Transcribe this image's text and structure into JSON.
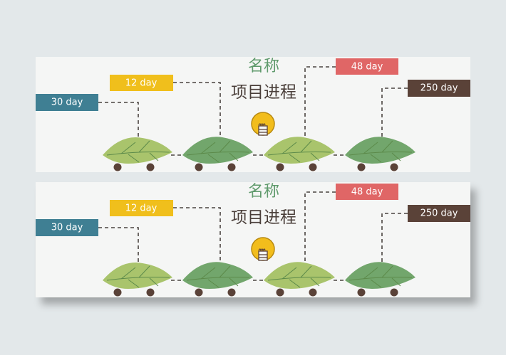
{
  "panels": [
    {
      "name": "名称",
      "title": "项目进程",
      "labels": [
        "30 day",
        "12 day",
        "48 day",
        "250 day"
      ]
    },
    {
      "name": "名称",
      "title": "项目进程",
      "labels": [
        "30 day",
        "12 day",
        "48 day",
        "250 day"
      ]
    }
  ],
  "colors": {
    "label_30": "#3f7f93",
    "label_12": "#f0bf1c",
    "label_48": "#e06666",
    "label_250": "#5a4238",
    "leaf_light": "#a9c46c",
    "leaf_dark": "#72a66c",
    "bulb": "#f2bd1c"
  },
  "icons": [
    "lightbulb-icon",
    "leaf-car-icon"
  ]
}
